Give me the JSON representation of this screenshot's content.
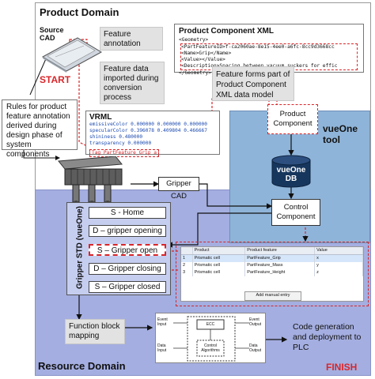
{
  "product_domain": {
    "title": "Product Domain",
    "start_label": "START"
  },
  "resource_domain": {
    "title": "Resource Domain",
    "finish_label": "FINISH"
  },
  "source_cad": {
    "label": "Source CAD"
  },
  "feature_annotation": {
    "label": "Feature annotation"
  },
  "feature_data_imported": {
    "label": "Feature data imported during conversion process"
  },
  "rules_note": {
    "label": "Rules for product feature annotation derived during design phase of system components"
  },
  "product_component_xml": {
    "title": "Product Component XML",
    "lines": [
      "<Geometry>",
      "  <PartFeatureID>f-ca2060ae-8e15-4ee0-a6fc-8cc9d3668cc",
      "  <Name>Grip</Name>",
      "  <Value></Value>",
      "  <Description>Spacing between vacuum suckers for effic",
      "</Geometry>"
    ]
  },
  "feature_forms_part": {
    "label": "Feature forms part of Product Component XML data model"
  },
  "vrml": {
    "title": "VRML",
    "lines": [
      "emissiveColor 0.000000 0.000000 0.000000",
      "specularColor 0.396078 0.409804 0.466667",
      "shininess 0.480000",
      "transparency 0.000000",
      "Tag PartFeature_Grip a"
    ]
  },
  "vueone_tool": {
    "label": "vueOne tool",
    "product_component": "Product Component",
    "db_label": "vueOne DB",
    "control_component": "Control Component"
  },
  "gripper_cad": {
    "label": "Gripper CAD"
  },
  "gripper_std": {
    "label": "Gripper STD (vueOne)",
    "states": [
      "S - Home",
      "D – gripper opening",
      "S – Gripper open",
      "D – Gripper closing",
      "S – Gripper closed"
    ]
  },
  "feature_table": {
    "columns": [
      "Product",
      "Product feature",
      "Value"
    ],
    "rows": [
      {
        "num": "1",
        "product": "Prismatic cell",
        "feature": "PartFeature_Grip",
        "value": "x"
      },
      {
        "num": "2",
        "product": "Prismatic cell",
        "feature": "PartFeature_Mass",
        "value": "y"
      },
      {
        "num": "3",
        "product": "Prismatic cell",
        "feature": "PartFeature_Height",
        "value": "z"
      }
    ],
    "add_button": "Add manual entry"
  },
  "function_block_mapping": {
    "label": "Function block mapping"
  },
  "function_block": {
    "ecc": "ECC",
    "control_algorithms": "Control Algorithms",
    "event_input": "Event Input",
    "event_output": "Event Output",
    "data_input": "Data Input",
    "data_output": "Data Output"
  },
  "code_generation": {
    "label": "Code generation and deployment to PLC"
  },
  "colors": {
    "product_bg": "#ffffff",
    "resource_bg": "#a4aee0",
    "vueone_bg": "#8fb4d9",
    "accent_red": "#d8262a",
    "note_gray": "#e2e2e2"
  }
}
